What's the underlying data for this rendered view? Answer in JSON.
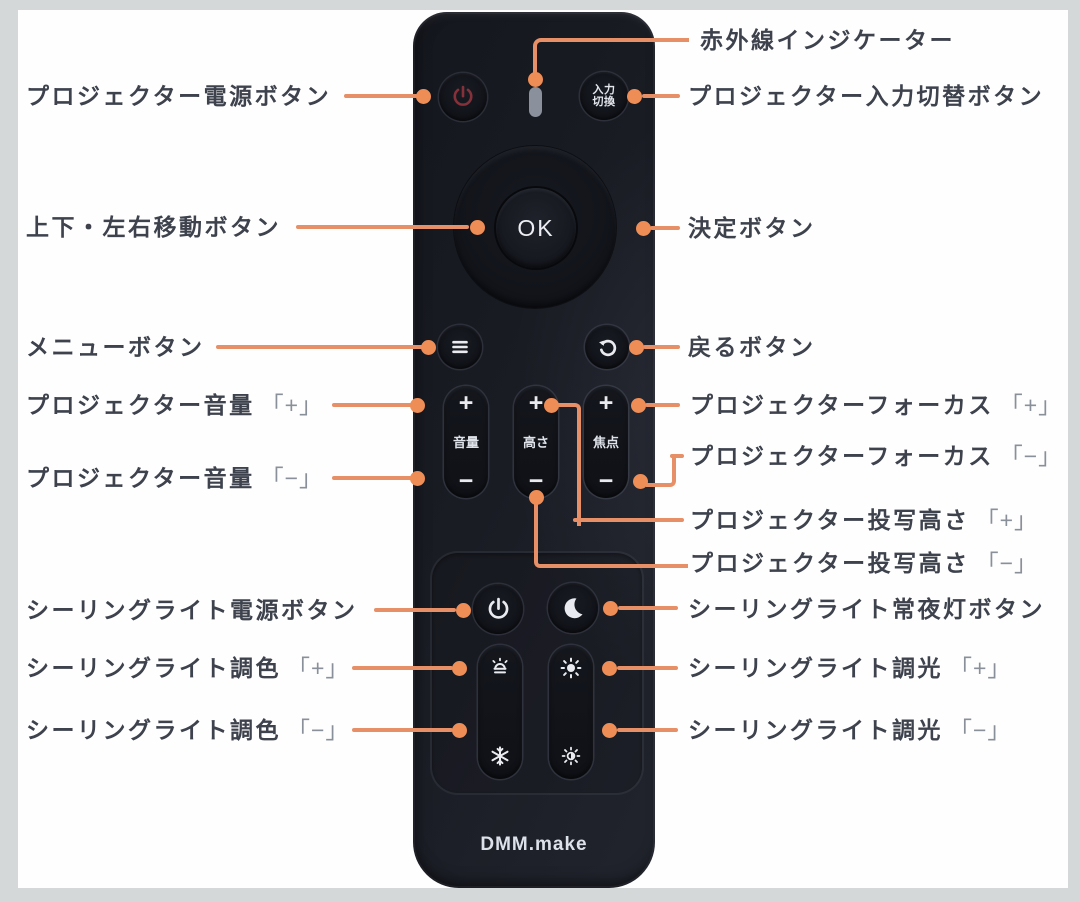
{
  "annotations": {
    "left": [
      {
        "label": "プロジェクター電源ボタン",
        "suffix": ""
      },
      {
        "label": "上下・左右移動ボタン",
        "suffix": ""
      },
      {
        "label": "メニューボタン",
        "suffix": ""
      },
      {
        "label": "プロジェクター音量",
        "suffix": "「+」"
      },
      {
        "label": "プロジェクター音量",
        "suffix": "「−」"
      },
      {
        "label": "シーリングライト電源ボタン",
        "suffix": ""
      },
      {
        "label": "シーリングライト調色",
        "suffix": "「+」"
      },
      {
        "label": "シーリングライト調色",
        "suffix": "「−」"
      }
    ],
    "right": [
      {
        "label": "赤外線インジケーター",
        "suffix": ""
      },
      {
        "label": "プロジェクター入力切替ボタン",
        "suffix": ""
      },
      {
        "label": "決定ボタン",
        "suffix": ""
      },
      {
        "label": "戻るボタン",
        "suffix": ""
      },
      {
        "label": "プロジェクターフォーカス",
        "suffix": "「+」"
      },
      {
        "label": "プロジェクターフォーカス",
        "suffix": "「−」"
      },
      {
        "label": "プロジェクター投写高さ",
        "suffix": "「+」"
      },
      {
        "label": "プロジェクター投写高さ",
        "suffix": "「−」"
      },
      {
        "label": "シーリングライト常夜灯ボタン",
        "suffix": ""
      },
      {
        "label": "シーリングライト調光",
        "suffix": "「+」"
      },
      {
        "label": "シーリングライト調光",
        "suffix": "「−」"
      }
    ]
  },
  "remote": {
    "brand": "DMM.make",
    "input_button": {
      "line1": "入力",
      "line2": "切換"
    },
    "ok_button": "OK",
    "rockers": [
      {
        "plus": "+",
        "label": "音量",
        "minus": "−"
      },
      {
        "plus": "+",
        "label": "高さ",
        "minus": "−"
      },
      {
        "plus": "+",
        "label": "焦点",
        "minus": "−"
      }
    ]
  },
  "icons": {
    "projector_power_button": "power-icon",
    "ir_indicator": "indicator-light",
    "menu_button": "hamburger-menu-icon",
    "back_button": "rotate-ccw-icon",
    "ceiling_power_button": "power-icon",
    "night_light_button": "crescent-moon-icon",
    "tint_plus": "warm-lamp-icon",
    "tint_minus": "snowflake-icon",
    "dim_plus": "sun-bright-icon",
    "dim_minus": "sun-dim-icon"
  },
  "colors": {
    "background_frame": "#d4d8d8",
    "sheet": "#fefefe",
    "label_text": "#3d424d",
    "label_bracket": "#8a9099",
    "leader_line": "#e78f66",
    "leader_dot": "#ee8d55",
    "remote_body": "#1b1d25",
    "button_glyph": "#e9ebf0",
    "projector_power_glyph": "#86303a"
  }
}
